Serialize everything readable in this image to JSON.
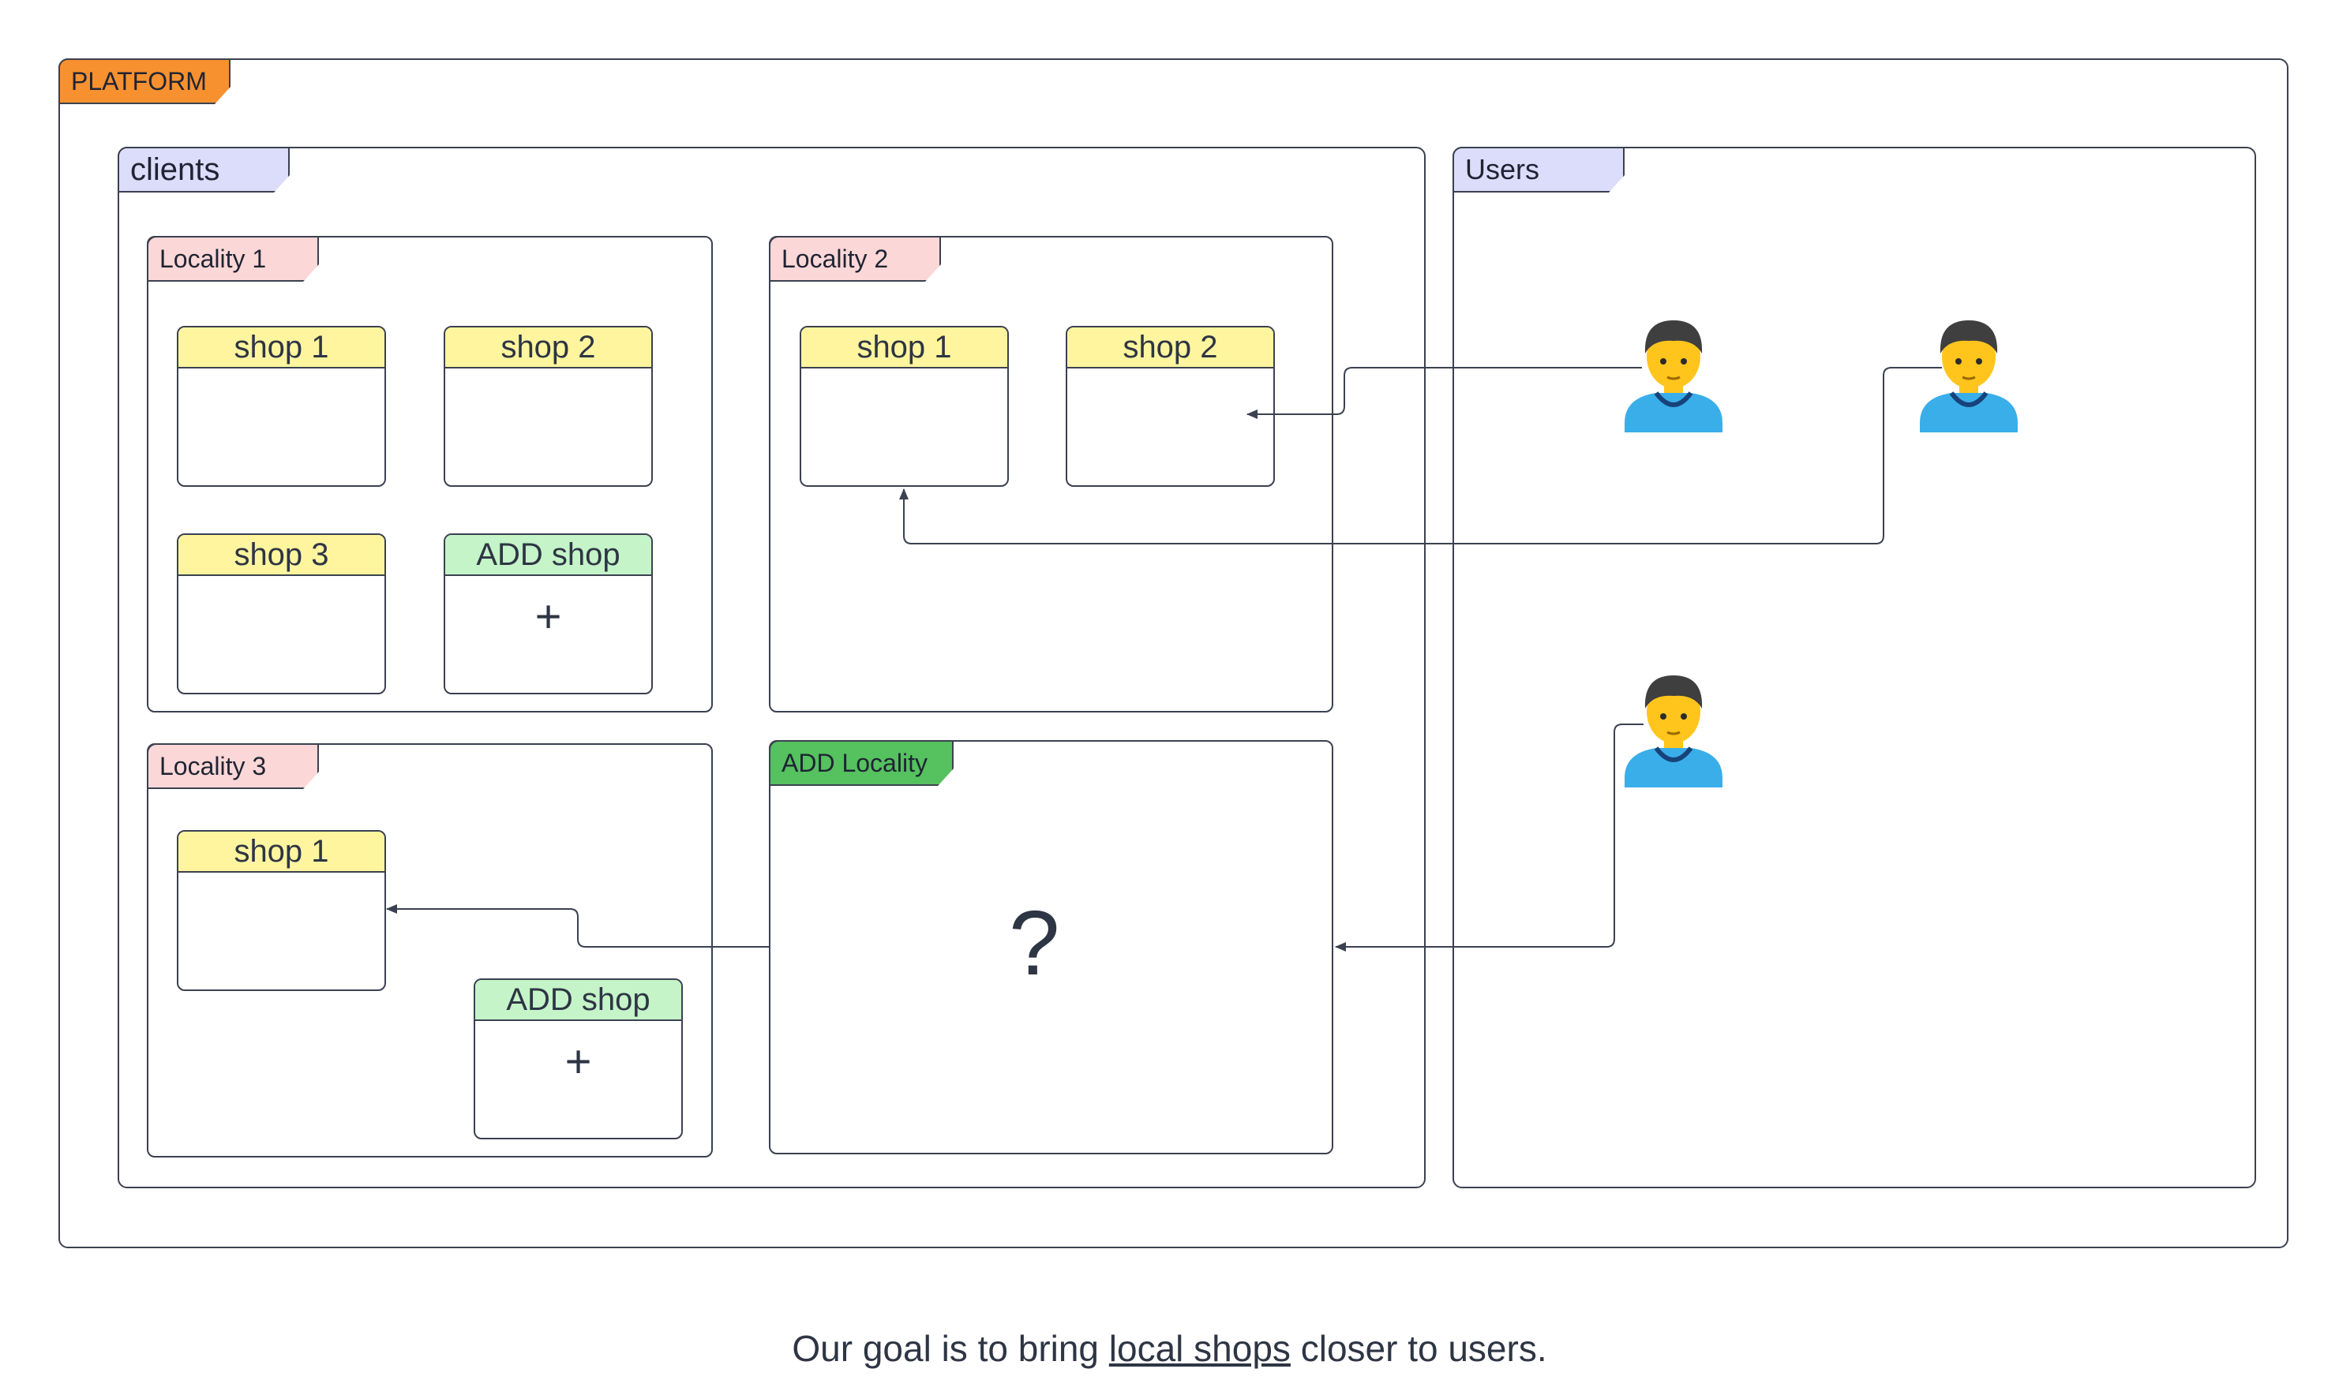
{
  "platform": {
    "label": "PLATFORM"
  },
  "clients": {
    "label": "clients",
    "localities": [
      {
        "label": "Locality 1",
        "shops": [
          "shop 1",
          "shop 2",
          "shop 3"
        ],
        "add_shop": "ADD shop",
        "add_symbol": "+"
      },
      {
        "label": "Locality 2",
        "shops": [
          "shop 1",
          "shop 2"
        ]
      },
      {
        "label": "Locality 3",
        "shops": [
          "shop 1"
        ],
        "add_shop": "ADD shop",
        "add_symbol": "+"
      }
    ],
    "add_locality": {
      "label": "ADD Locality",
      "symbol": "?"
    }
  },
  "users": {
    "label": "Users",
    "people": [
      "user-icon",
      "user-icon",
      "user-icon"
    ]
  },
  "caption": {
    "prefix": "Our goal is to bring ",
    "link": "local shops",
    "suffix": " closer to users."
  },
  "colors": {
    "platform_tab": "#f7912f",
    "clients_tab": "#dcdcfb",
    "locality_tab": "#fbd7d7",
    "add_locality_tab": "#55c15f",
    "shop_header": "#fff59e",
    "add_shop_header": "#c4f4c8",
    "user_skin": "#ffc51c",
    "user_shirt": "#3aaee9",
    "line": "#3b4150"
  }
}
